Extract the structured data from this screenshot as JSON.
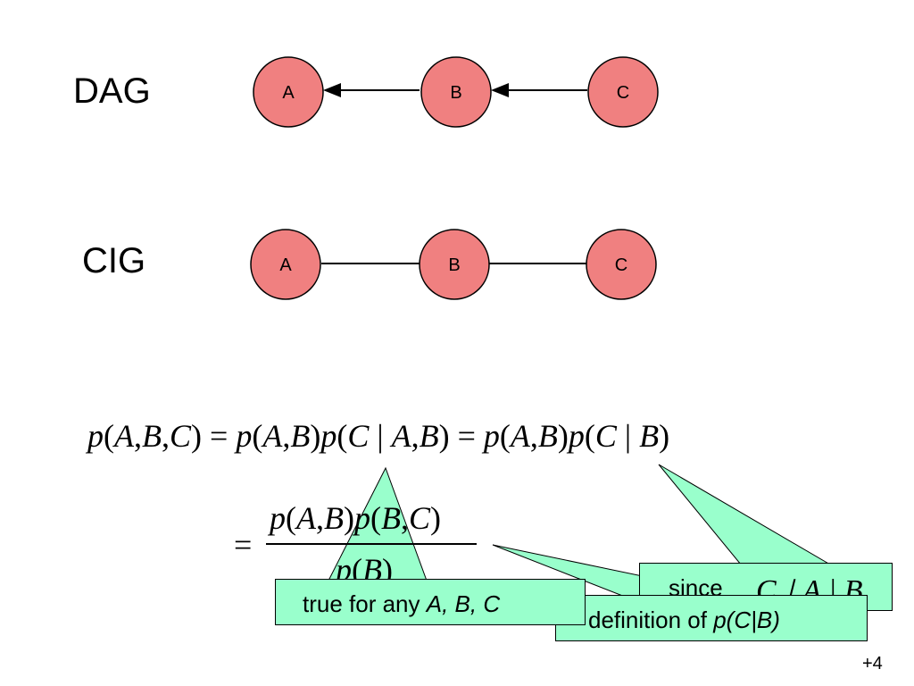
{
  "dag": {
    "label": "DAG",
    "nodes": [
      "A",
      "B",
      "C"
    ]
  },
  "cig": {
    "label": "CIG",
    "nodes": [
      "A",
      "B",
      "C"
    ]
  },
  "node_fill": "#f08080",
  "callout_fill": "#99ffcc",
  "equation": {
    "p": "p",
    "lparen": "(",
    "rparen": ")",
    "comma": ",",
    "bar": " | ",
    "eq": " = ",
    "A": "A",
    "B": "B",
    "C": "C"
  },
  "callouts": {
    "since_text": "since",
    "since_math": "C⊥A | B",
    "definition_text": "definition of",
    "definition_math": "p(C|B)",
    "true_text": "true for any",
    "true_math": "A, B, C"
  },
  "page_number": "+4"
}
